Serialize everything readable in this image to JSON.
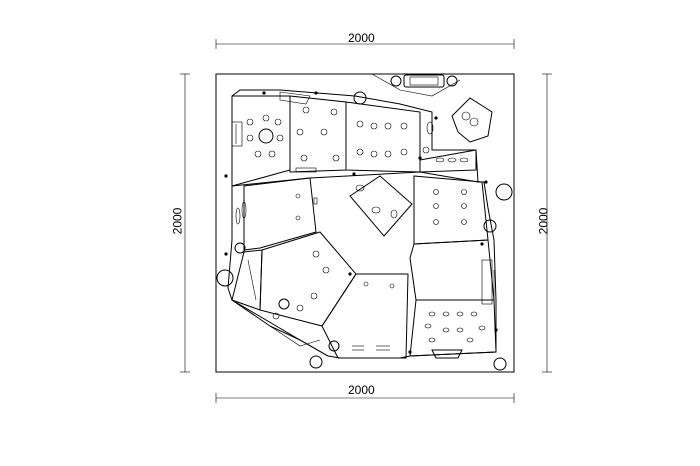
{
  "diagram": {
    "dimensions": {
      "top": "2000",
      "bottom": "2000",
      "left": "2000",
      "right": "2000"
    }
  }
}
